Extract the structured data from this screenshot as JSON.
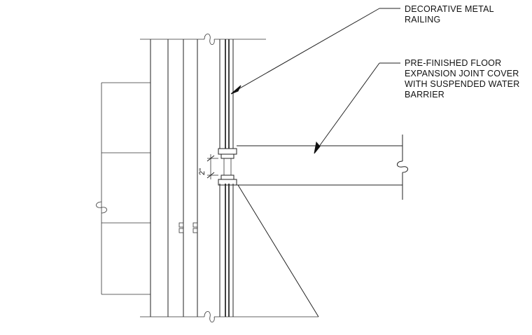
{
  "callouts": {
    "railing": {
      "lines": [
        "DECORATIVE METAL",
        "RAILING"
      ]
    },
    "joint_cover": {
      "lines": [
        "PRE-FINISHED FLOOR",
        "EXPANSION JOINT COVER",
        "WITH SUSPENDED WATER",
        "BARRIER"
      ]
    }
  },
  "dimension": {
    "label": "2\""
  }
}
